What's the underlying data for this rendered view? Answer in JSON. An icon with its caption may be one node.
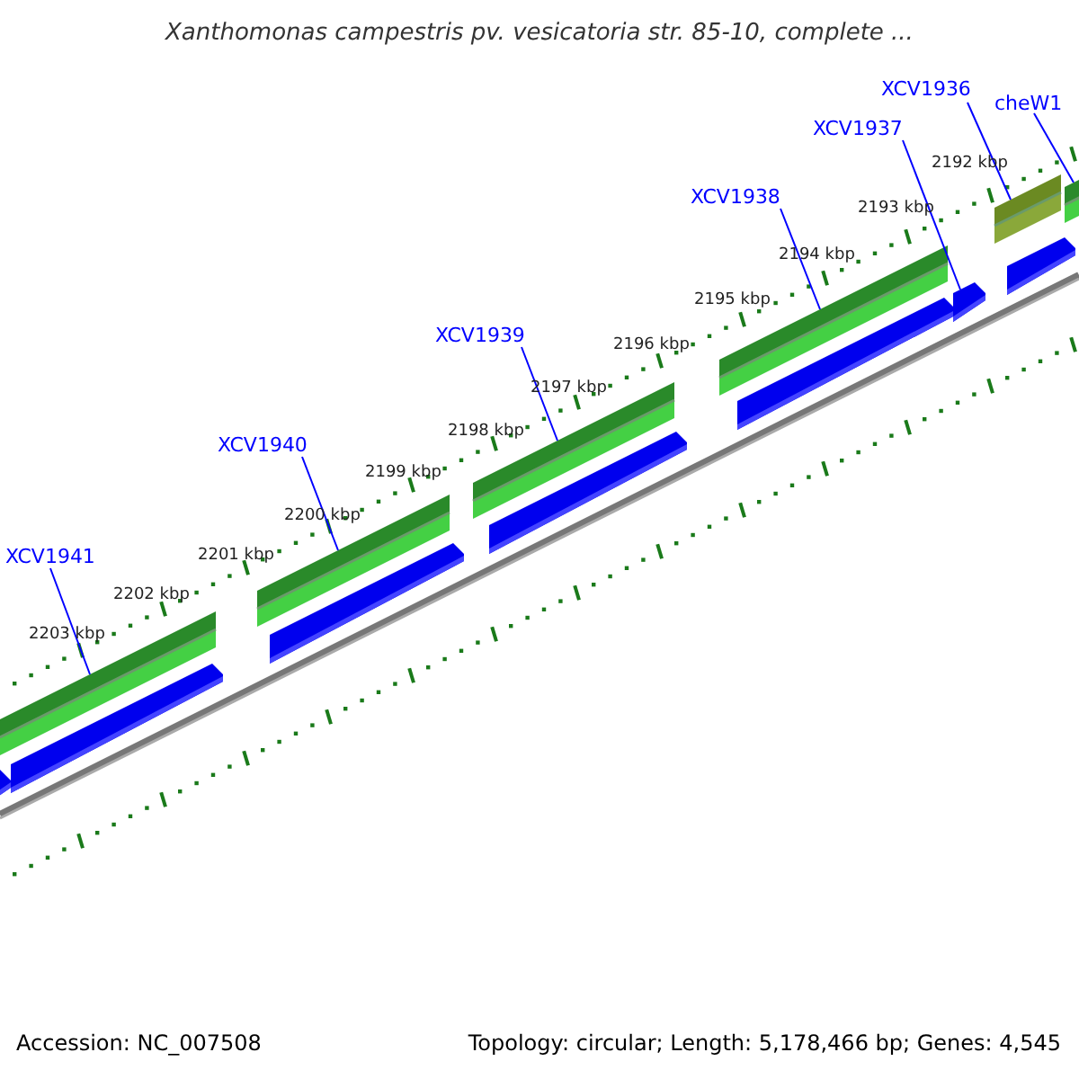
{
  "diagram": {
    "title": "Xanthomonas campestris pv. vesicatoria str. 85-10, complete ...",
    "nodes": [
      {
        "text": [
          "cheW1"
        ]
      },
      {
        "text": [
          "XCV1936"
        ]
      },
      {
        "text": [
          "XCV1937"
        ]
      },
      {
        "text": [
          "XCV1938"
        ]
      },
      {
        "text": [
          "XCV1939"
        ]
      },
      {
        "text": [
          "XCV1940"
        ]
      },
      {
        "text": [
          "XCV1941"
        ]
      },
      {
        "text": [],
        "shape": "bar"
      },
      {
        "text": [],
        "shape": "bar"
      },
      {
        "text": [],
        "shape": "bar"
      },
      {
        "text": [],
        "shape": "bar"
      },
      {
        "text": [],
        "shape": "bar"
      },
      {
        "text": [],
        "shape": "bar"
      },
      {
        "text": [],
        "shape": "bar"
      },
      {
        "text": [],
        "shape": "bar"
      }
    ],
    "edges": [
      {
        "from": 0,
        "to": 14,
        "arrow": "none"
      },
      {
        "from": 1,
        "to": 13,
        "arrow": "none"
      },
      {
        "from": 2,
        "to": 12,
        "arrow": "none"
      },
      {
        "from": 3,
        "to": 11,
        "arrow": "none"
      },
      {
        "from": 4,
        "to": 10,
        "arrow": "none"
      },
      {
        "from": 5,
        "to": 9,
        "arrow": "none"
      },
      {
        "from": 6,
        "to": 8,
        "arrow": "none"
      }
    ],
    "labels": [
      "2192 kbp",
      "2193 kbp",
      "2194 kbp",
      "2195 kbp",
      "2196 kbp",
      "2197 kbp",
      "2198 kbp",
      "2199 kbp",
      "2200 kbp",
      "2201 kbp",
      "2202 kbp",
      "2203 kbp",
      "Accession: NC_007508",
      "Topology: circular; Length: 5,178,466 bp; Genes: 4,545"
    ]
  }
}
